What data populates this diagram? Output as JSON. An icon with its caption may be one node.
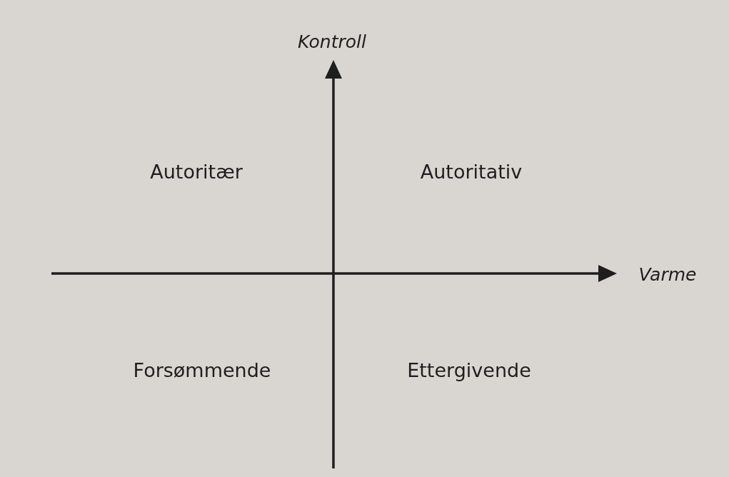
{
  "diagram": {
    "labels": [
      "Kontroll",
      "Autoritær",
      "Autoritativ",
      "Varme",
      "Forsømmende",
      "Ettergivende"
    ]
  }
}
